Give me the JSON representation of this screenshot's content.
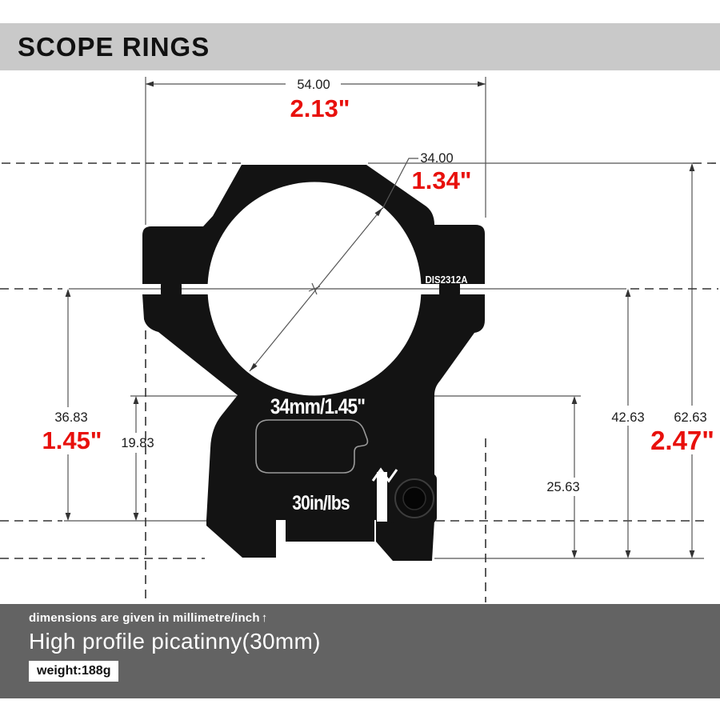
{
  "header": {
    "title": "SCOPE RINGS"
  },
  "part_labels": {
    "bore": "34mm/1.45\"",
    "torque": "30in/lbs",
    "model": "DIS2312A"
  },
  "dims": {
    "top_mm": "54.00",
    "top_in": "2.13\"",
    "bore_mm": "34.00",
    "bore_in": "1.34\"",
    "saddle_mm": "36.83",
    "saddle_in": "1.45\"",
    "bore_to_rail_mm": "19.83",
    "bore_to_bottom_mm": "25.63",
    "center_height_mm": "42.63",
    "total_mm": "62.63",
    "total_in": "2.47\""
  },
  "footer": {
    "note": "dimensions are given in millimetre/inch",
    "note_arrow": "↑",
    "product": "High profile picatinny(30mm)",
    "weight": "weight:188g"
  },
  "colors": {
    "accent_red": "#e8100c",
    "body_black": "#131313",
    "header_gray": "#c9c9c9",
    "footer_gray": "#636363"
  }
}
